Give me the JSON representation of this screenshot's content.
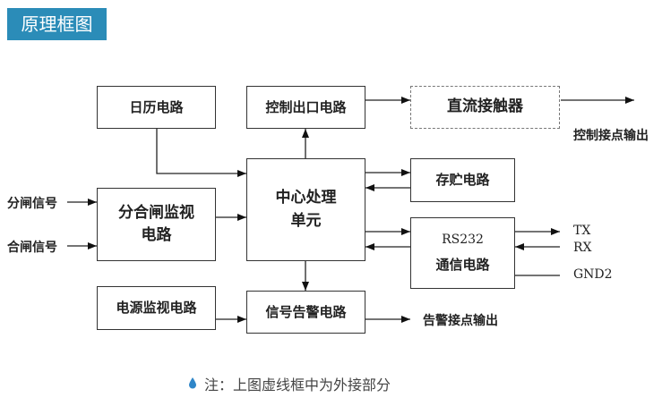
{
  "title": "原理框图",
  "blocks": {
    "calendar": "日历电路",
    "control_out": "控制出口电路",
    "contactor": "直流接触器",
    "cpu_line1": "中心处理",
    "cpu_line2": "单元",
    "storage": "存贮电路",
    "breaker_line1": "分合闸监视",
    "breaker_line2": "电路",
    "rs232_line1": "RS232",
    "rs232_line2": "通信电路",
    "power": "电源监视电路",
    "alarm": "信号告警电路"
  },
  "labels": {
    "open_signal": "分闸信号",
    "close_signal": "合闸信号",
    "control_contact_out": "控制接点输出",
    "alarm_contact_out": "告警接点输出",
    "tx": "TX",
    "rx": "RX",
    "gnd": "GND2"
  },
  "note": "注：上图虚线框中为外接部分",
  "colors": {
    "accent": "#2b8cb8",
    "drop_icon": "#2f86c8"
  }
}
